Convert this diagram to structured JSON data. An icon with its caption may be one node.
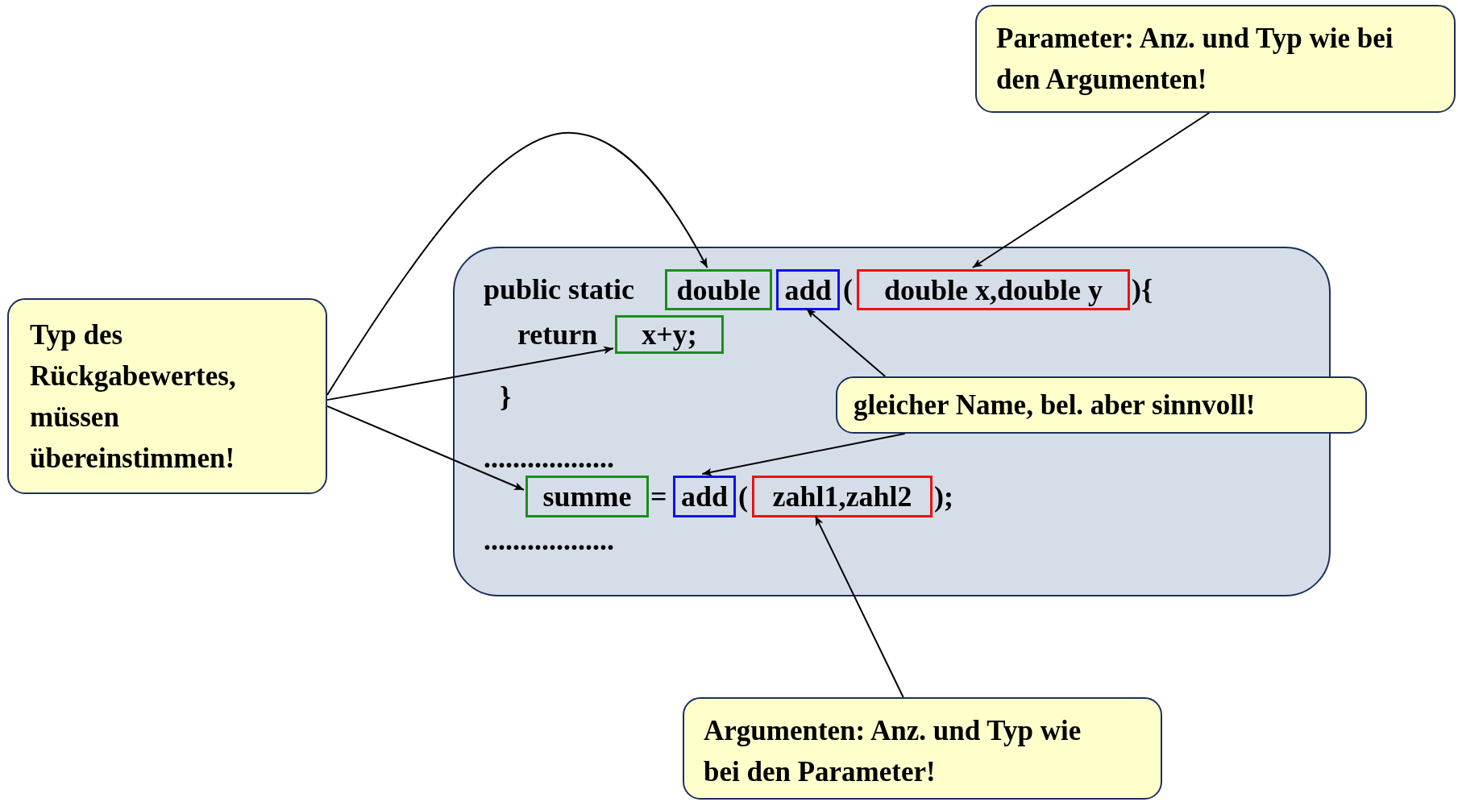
{
  "diagram": {
    "nodes": [
      {
        "text": [
          "Parameter: Anz. und Typ wie bei den Argumenten!"
        ]
      },
      {
        "text": [
          "Typ des Rückgabewertes, müssen übereinstimmen!"
        ]
      },
      {
        "text": [],
        "shape": "box"
      },
      {
        "text": [
          "double"
        ],
        "in": 2
      },
      {
        "text": [
          "add"
        ],
        "in": 2
      },
      {
        "text": [
          "double x,double y"
        ],
        "in": 2
      },
      {
        "text": [
          "x+y;"
        ],
        "in": 2
      },
      {
        "text": [
          "summe"
        ],
        "in": 2
      },
      {
        "text": [
          "add"
        ],
        "in": 2
      },
      {
        "text": [
          "zahl1,zahl2"
        ],
        "in": 2
      },
      {
        "text": [
          "gleicher Name, bel. aber sinnvoll!"
        ]
      },
      {
        "text": [
          "Argumenten: Anz. und Typ wie bei den Parameter!"
        ]
      }
    ],
    "edges": [
      {
        "from": 1,
        "to": 3,
        "arrow": "to"
      },
      {
        "from": 1,
        "to": 6,
        "arrow": "to"
      },
      {
        "from": 1,
        "to": 7,
        "arrow": "to"
      },
      {
        "from": 0,
        "to": 5,
        "arrow": "to"
      },
      {
        "from": 10,
        "to": 4,
        "arrow": "to"
      },
      {
        "from": 10,
        "to": 8,
        "arrow": "to"
      },
      {
        "from": 11,
        "to": 9,
        "arrow": "to"
      }
    ],
    "labels": [
      "public static",
      "(",
      "){",
      "return",
      "}",
      "..................",
      "=",
      "(",
      ");",
      ".................."
    ]
  }
}
